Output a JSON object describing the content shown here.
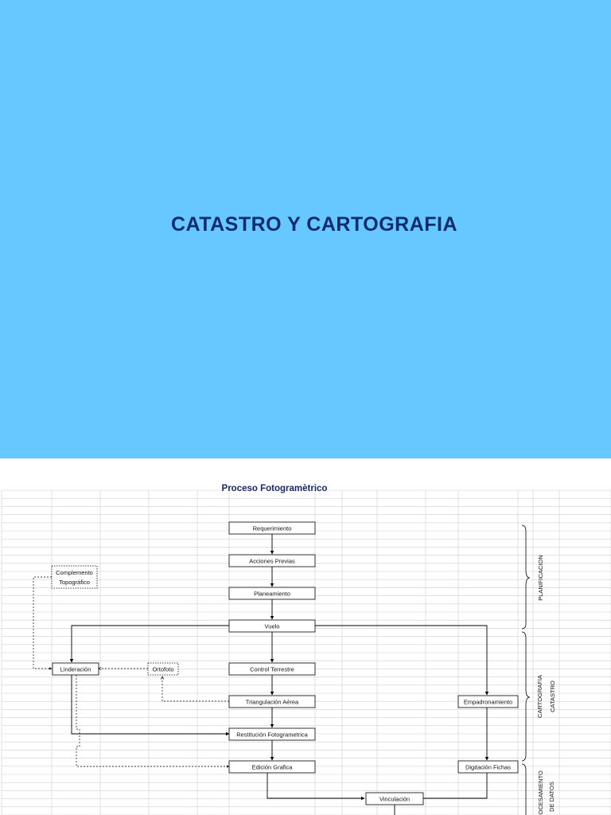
{
  "slide1": {
    "title": "CATASTRO  Y  CARTOGRAFIA"
  },
  "diagram": {
    "title": "Proceso Fotogramètrico",
    "nodes": {
      "requerimiento": "Requerimiento",
      "acciones_previas": "Acciones Previas",
      "planeamiento": "Planeamiento",
      "vuelo": "Vuelo",
      "control_terrestre": "Control Terrestre",
      "triangulacion_aerea": "Triangulación Aérea",
      "restitucion": "Restitución Fotogrametrica",
      "edicion_grafica": "Edición Grafica",
      "vinculacion": "Vinculación",
      "linderacion": "Linderación",
      "ortofoto": "Ortofoto",
      "complemento_1": "Complemento",
      "complemento_2": "Topográfico",
      "empadronamiento": "Empadronamiento",
      "digitacion_fichas": "Digitación Fichas"
    },
    "phases": {
      "planificacion": "PLANIFICACION",
      "cartografia": "CARTOGRAFIA",
      "catastro": "CATASTRO",
      "procesamiento": "PROCESAMIENTO",
      "de_datos": "DE DATOS"
    }
  }
}
